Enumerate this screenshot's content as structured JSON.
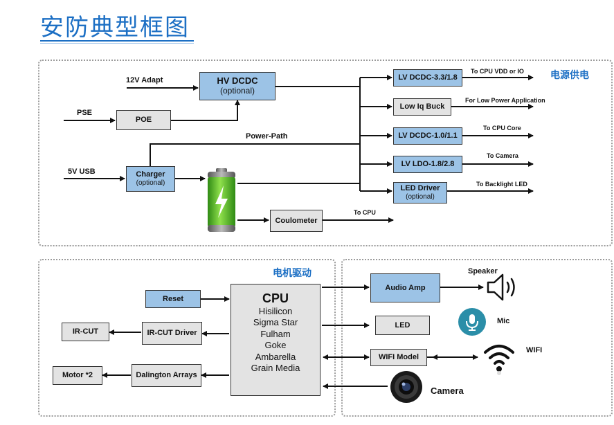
{
  "page_title": "安防典型框图",
  "sections": {
    "power": "电源供电",
    "motor": "电机驱动"
  },
  "power": {
    "inputs": {
      "adapt": "12V Adapt",
      "pse": "PSE",
      "usb": "5V USB"
    },
    "power_path": "Power-Path",
    "hv_dcdc": {
      "title": "HV DCDC",
      "note": "(optional)"
    },
    "poe": "POE",
    "charger": {
      "title": "Charger",
      "note": "(optional)"
    },
    "coulometer": "Coulometer",
    "coulometer_out": "To CPU",
    "outputs": [
      {
        "box": "LV DCDC-3.3/1.8",
        "note": "",
        "target": "To CPU VDD or IO",
        "color": "blue"
      },
      {
        "box": "Low Iq Buck",
        "note": "",
        "target": "For Low Power Application",
        "color": "gray"
      },
      {
        "box": "LV DCDC-1.0/1.1",
        "note": "",
        "target": "To CPU Core",
        "color": "blue"
      },
      {
        "box": "LV LDO-1.8/2.8",
        "note": "",
        "target": "To Camera",
        "color": "blue"
      },
      {
        "box": "LED Driver",
        "note": "(optional)",
        "target": "To Backlight LED",
        "color": "blue"
      }
    ]
  },
  "motor": {
    "reset": "Reset",
    "ir_cut_driver": "IR-CUT Driver",
    "ir_cut": "IR-CUT",
    "dalington": "Dalington Arrays",
    "motor": "Motor *2"
  },
  "cpu": {
    "title": "CPU",
    "vendors": [
      "Hisilicon",
      "Sigma Star",
      "Fulham",
      "Goke",
      "Ambarella",
      "Grain Media"
    ]
  },
  "peripherals": {
    "audio_amp": "Audio Amp",
    "speaker": "Speaker",
    "led": "LED",
    "mic": "Mic",
    "wifi_model": "WIFI Model",
    "wifi": "WIFI",
    "camera": "Camera"
  },
  "colors": {
    "accent": "#1c6fc4",
    "box_blue": "#9cc3e6",
    "box_gray": "#e3e3e3",
    "battery_green": "#5cc02a",
    "mic_teal": "#2b8ea8"
  }
}
